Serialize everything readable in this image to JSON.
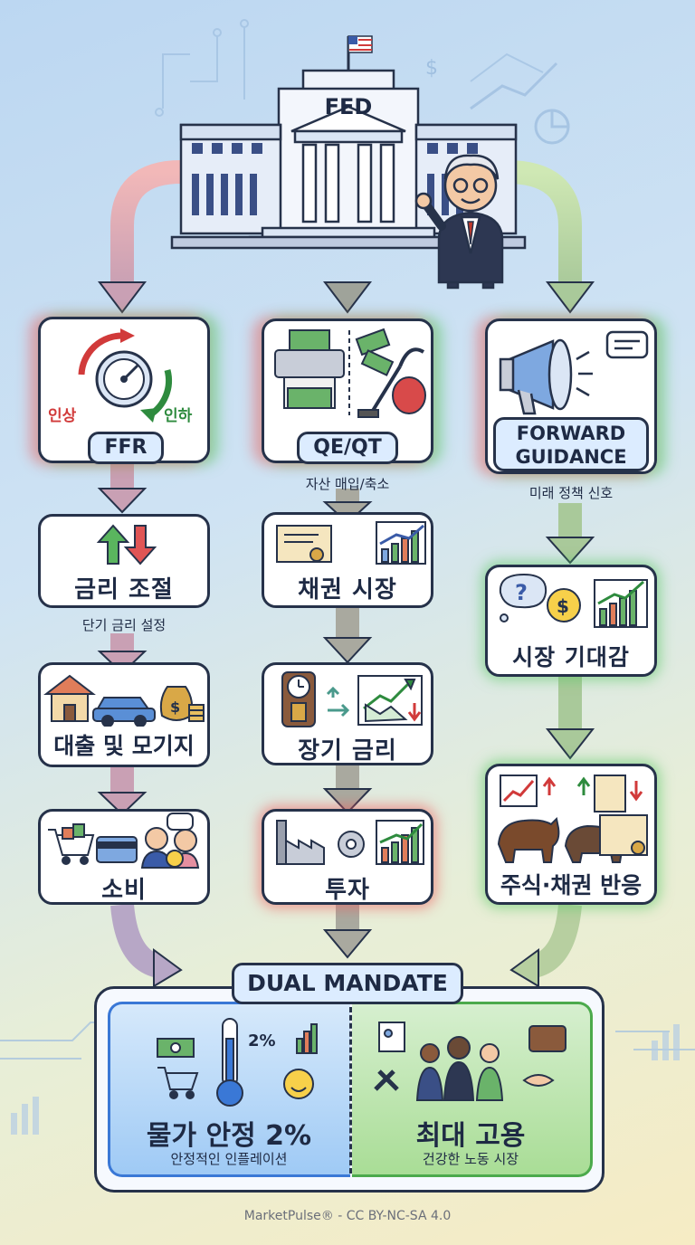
{
  "header": {
    "fed_label": "FED"
  },
  "columns": {
    "left": {
      "main": {
        "pill": "FFR",
        "raise": "인상",
        "cut": "인하"
      },
      "step1": {
        "title": "금리 조절",
        "caption": "단기 금리 설정"
      },
      "step2": {
        "title": "대출 및 모기지"
      },
      "step3": {
        "title": "소비"
      }
    },
    "middle": {
      "main": {
        "pill": "QE/QT",
        "caption": "자산 매입/축소"
      },
      "step1": {
        "title": "채권 시장"
      },
      "step2": {
        "title": "장기 금리"
      },
      "step3": {
        "title": "투자"
      }
    },
    "right": {
      "main": {
        "pill": "FORWARD GUIDANCE",
        "caption": "미래 정책 신호"
      },
      "step1": {
        "title": "시장 기대감"
      },
      "step2": {
        "title": "주식·채권 반응"
      }
    }
  },
  "mandate": {
    "title": "DUAL MANDATE",
    "left": {
      "title": "물가 안정 2%",
      "subtitle": "안정적인 인플레이션",
      "badge": "2%"
    },
    "right": {
      "title": "최대 고용",
      "subtitle": "건강한 노동 시장"
    }
  },
  "footer": {
    "credit": "MarketPulse® - CC BY-NC-SA 4.0"
  },
  "colors": {
    "raise": "#d13a3a",
    "cut": "#2e8b3e",
    "outline": "#26324a",
    "mandate_left": "#9fcaf5",
    "mandate_right": "#a9dd96"
  }
}
